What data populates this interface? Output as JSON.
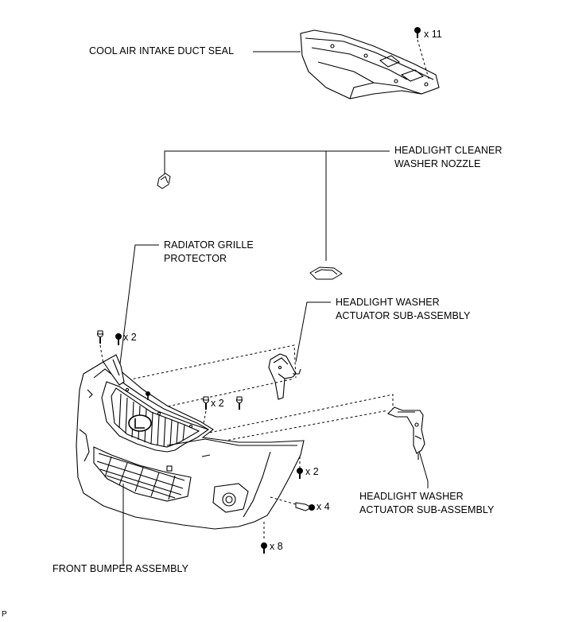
{
  "labels": {
    "duct_seal": "COOL AIR INTAKE DUCT SEAL",
    "nozzle_line1": "HEADLIGHT CLEANER",
    "nozzle_line2": "WASHER NOZZLE",
    "grille_line1": "RADIATOR GRILLE",
    "grille_line2": "PROTECTOR",
    "actuator_upper_line1": "HEADLIGHT WASHER",
    "actuator_upper_line2": "ACTUATOR SUB-ASSEMBLY",
    "actuator_lower_line1": "HEADLIGHT WASHER",
    "actuator_lower_line2": "ACTUATOR SUB-ASSEMBLY",
    "bumper": "FRONT BUMPER ASSEMBLY"
  },
  "quantities": {
    "clip_duct": "x 11",
    "clip_grille": "x 2",
    "clip_center": "x 2",
    "screw_side": "x 2",
    "bolt_side": "x 4",
    "clip_bottom": "x 8"
  },
  "figure_code": "P"
}
